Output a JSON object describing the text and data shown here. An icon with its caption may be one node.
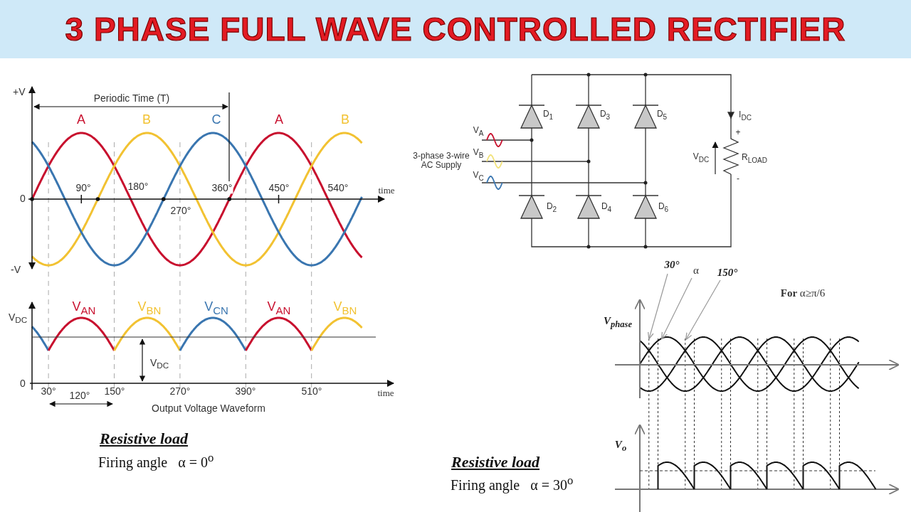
{
  "diagram": {
    "title": "3 PHASE FULL WAVE CONTROLLED RECTIFIER",
    "nodes": [
      {
        "text": [
          "30°"
        ]
      },
      {
        "text": [
          "α"
        ]
      },
      {
        "text": [
          "150°"
        ]
      },
      {
        "text": [],
        "shape": "picture"
      }
    ],
    "edges": [
      {
        "from": 0,
        "to": 3,
        "arrow": "to"
      },
      {
        "from": 1,
        "to": 3,
        "arrow": "to"
      },
      {
        "from": 2,
        "to": 3,
        "arrow": "to"
      }
    ],
    "labels": [
      "+V",
      "Periodic Time (T)",
      "A",
      "B",
      "C",
      "A",
      "B",
      "90°",
      "180°",
      "360°",
      "450°",
      "540°",
      "time",
      "0",
      "270°",
      "-V",
      "V$_{AN}$",
      "V$_{BN}$",
      "V$_{CN}$",
      "V$_{AN}$",
      "V$_{BN}$",
      "V$_{DC}$",
      "V$_{DC}$",
      "0",
      "30°",
      "120°",
      "150°",
      "270°",
      "390°",
      "510°",
      "time",
      "Output Voltage Waveform",
      "Resistive load",
      "Firing angle   α = 0$^{o}$",
      "D$_{1}$",
      "D$_{3}$",
      "D$_{5}$",
      "I$_{DC}$",
      "+",
      "V$_{A}$",
      "3-phase 3-wire AC Supply",
      "V$_{B}$",
      "V$_{C}$",
      "V$_{DC}$",
      "R$_{LOAD}$",
      "-",
      "D$_{2}$",
      "D$_{4}$",
      "D$_{6}$",
      "**For** α≥π/6",
      "V$_{phase}$",
      "V$_{o}$",
      "Resistive load",
      "Firing angle   α = 30$^{o}$"
    ]
  }
}
